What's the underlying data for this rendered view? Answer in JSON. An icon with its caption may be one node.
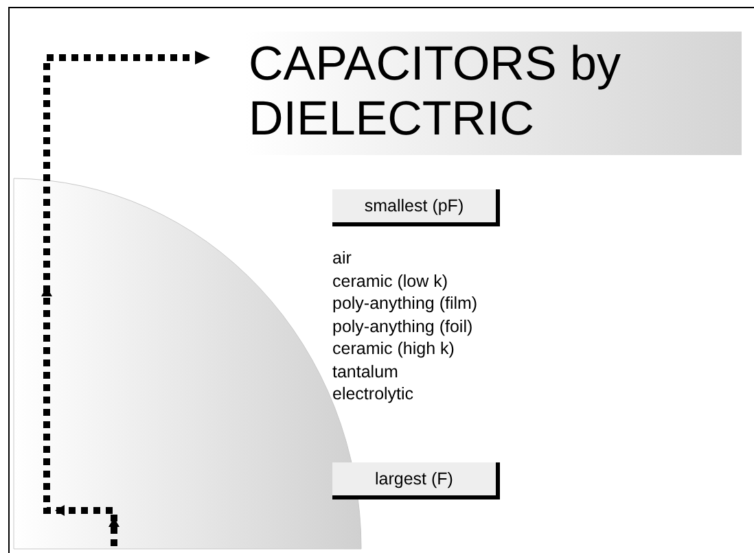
{
  "diagram": {
    "title": "CAPACITORS by DIELECTRIC",
    "nodes": [
      {
        "text": [
          "smallest (pF)"
        ]
      },
      {
        "text": [
          "largest (F)"
        ]
      }
    ],
    "edges": [],
    "labels": [
      "air",
      "ceramic (low k)",
      "poly-anything (film)",
      "poly-anything (foil)",
      "ceramic (high k)",
      "tantalum",
      "electrolytic"
    ]
  }
}
